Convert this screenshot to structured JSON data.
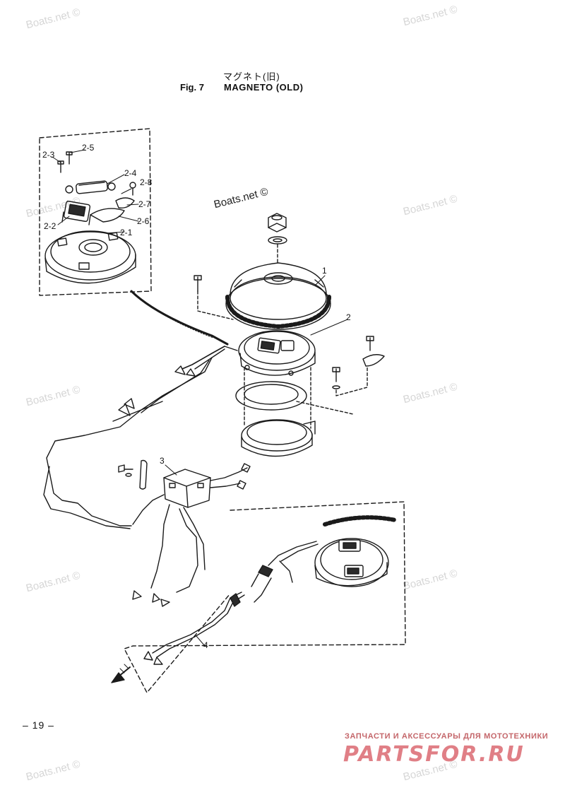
{
  "header": {
    "japanese_title": "マグネト(旧)",
    "fig_label": "Fig. 7",
    "title": "MAGNETO (OLD)"
  },
  "watermark": {
    "text": "Boats.net ©"
  },
  "center_watermark": "Boats.net ©",
  "part_labels": {
    "p1": "1",
    "p2": "2",
    "p3": "3",
    "p4": "4",
    "p2_1": "2-1",
    "p2_2": "2-2",
    "p2_3": "2-3",
    "p2_4": "2-4",
    "p2_5": "2-5",
    "p2_6": "2-6",
    "p2_7": "2-7",
    "p2_8": "2-8"
  },
  "page_number": "– 19 –",
  "brand": {
    "subtitle": "ЗАПЧАСТИ И АКСЕССУАРЫ ДЛЯ МОТОТЕХНИКИ",
    "name": "PARTSFOR.RU"
  },
  "colors": {
    "ink": "#111111",
    "watermark": "#d6d6d6",
    "brand": "#e07f86"
  }
}
